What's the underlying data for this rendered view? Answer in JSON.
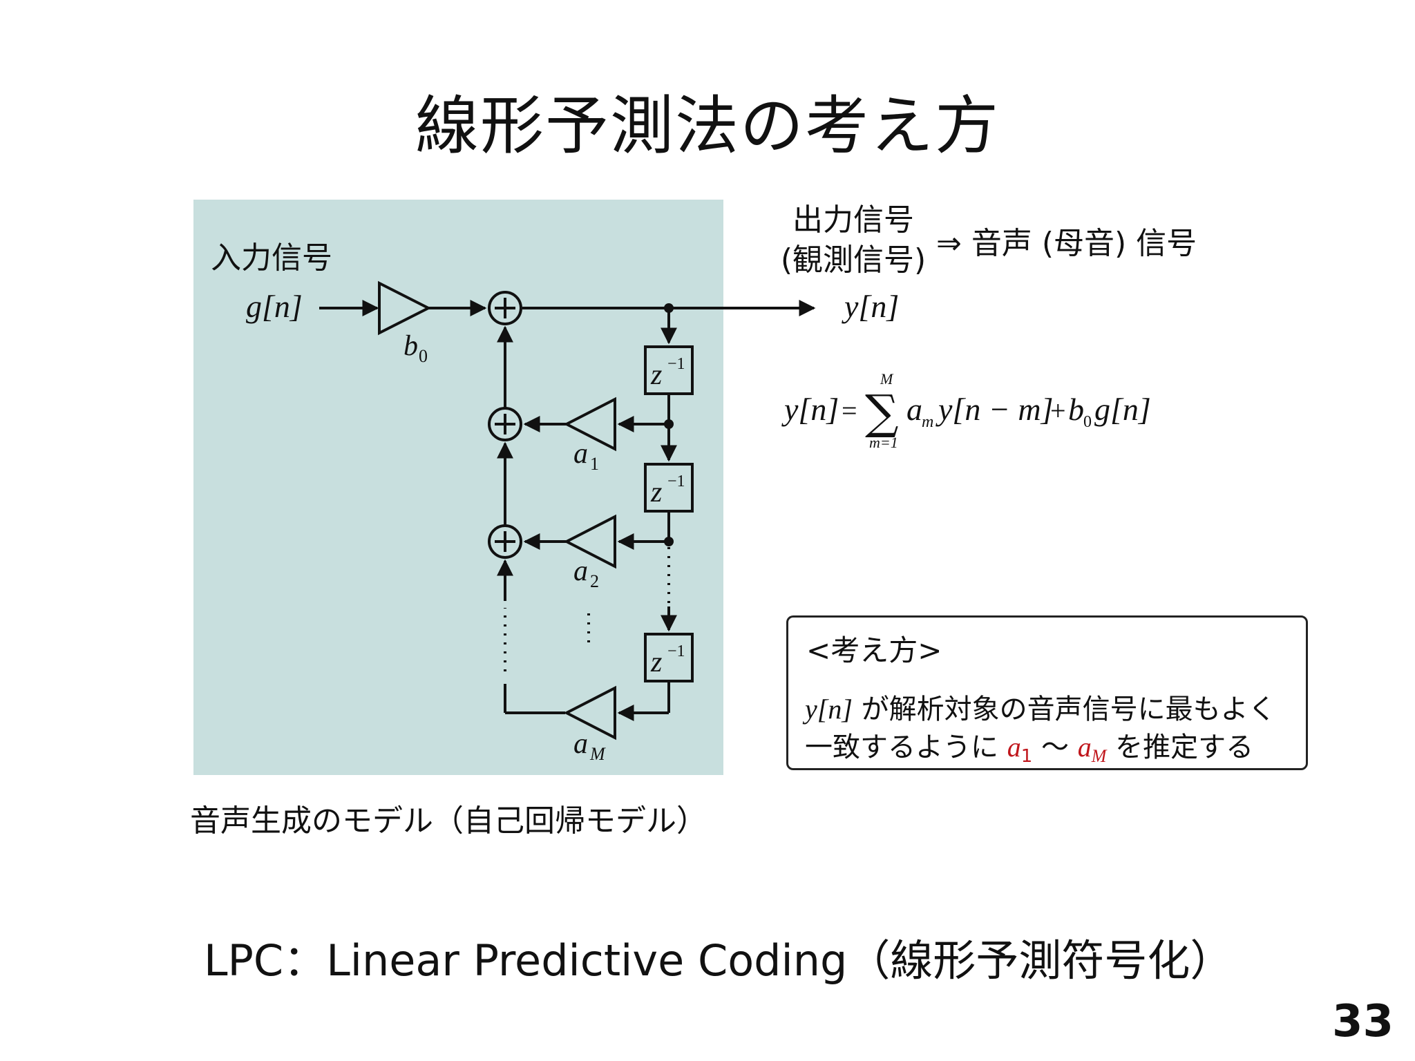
{
  "title": "線形予測法の考え方",
  "diagram": {
    "input_label": "入力信号",
    "input_signal": "g[n]",
    "gain_b0": "b",
    "gain_b0_sub": "0",
    "delay_label": "z",
    "delay_exp": "−1",
    "coef_a": "a",
    "coef_subs": [
      "1",
      "2",
      "M"
    ],
    "output_signal": "y[n]",
    "output_label_line1": "出力信号",
    "output_label_line2": "(観測信号)",
    "output_result": "⇒ 音声 (母音) 信号",
    "equation": {
      "lhs": "y[n]",
      "eq": "=",
      "sum_top": "M",
      "sum_bottom": "m=1",
      "sigma": "∑",
      "term1": "a",
      "term1_sub": "m",
      "term2": "y[n − m]",
      "plus": "+",
      "term3": "b",
      "term3_sub": "0",
      "term4": "g[n]"
    },
    "caption": "音声生成のモデル（自己回帰モデル）"
  },
  "idea_box": {
    "heading": "<考え方>",
    "line1_var": "y[n]",
    "line1_text": " が解析対象の音声信号に最もよく",
    "line2_pre": "一致するように ",
    "line2_a": "a",
    "line2_sub1": "1",
    "line2_tilde": " ～ ",
    "line2_subM": "M",
    "line2_post": " を推定する"
  },
  "bottom_text": "LPC：Linear Predictive Coding（線形予測符号化）",
  "page_number": "33",
  "colors": {
    "panel": "#c8dfde",
    "highlight": "#c0161c",
    "line": "#111111"
  }
}
